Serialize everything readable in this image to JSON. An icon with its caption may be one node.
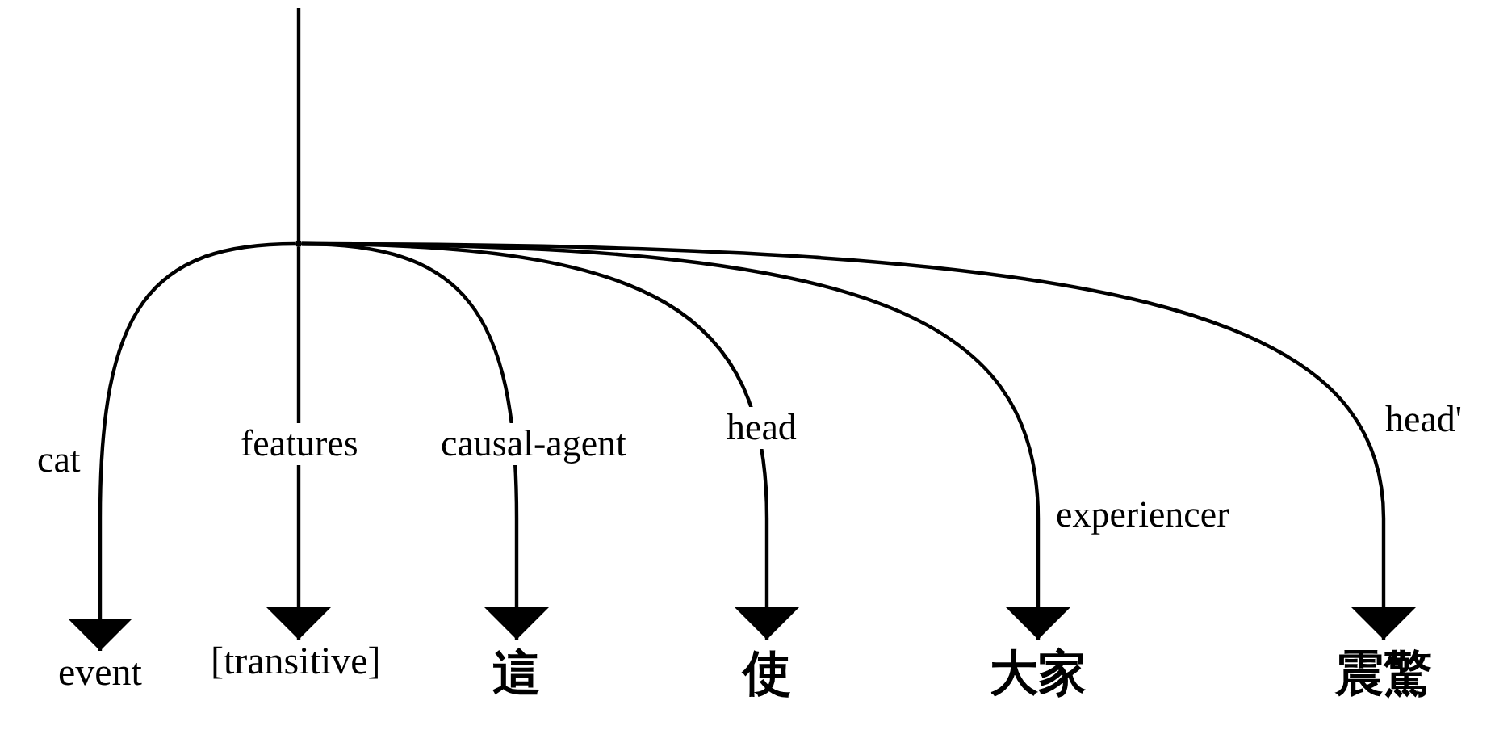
{
  "diagram": {
    "nodes": [
      {
        "text": [],
        "shape": "point"
      },
      {
        "text": [
          "event"
        ]
      },
      {
        "text": [
          "[transitive]"
        ]
      },
      {
        "text": [
          "這"
        ]
      },
      {
        "text": [
          "使"
        ]
      },
      {
        "text": [
          "大家"
        ]
      },
      {
        "text": [
          "震驚"
        ]
      }
    ],
    "edges": [
      {
        "from": null,
        "to": 0,
        "arrow": "none"
      },
      {
        "from": 0,
        "to": 1,
        "arrow": "to",
        "label": "cat"
      },
      {
        "from": 0,
        "to": 2,
        "arrow": "to",
        "label": "features"
      },
      {
        "from": 0,
        "to": 3,
        "arrow": "to",
        "label": "causal-agent"
      },
      {
        "from": 0,
        "to": 4,
        "arrow": "to",
        "label": "head"
      },
      {
        "from": 0,
        "to": 5,
        "arrow": "to",
        "label": "experiencer"
      },
      {
        "from": 0,
        "to": 6,
        "arrow": "to",
        "label": "head'"
      }
    ]
  }
}
